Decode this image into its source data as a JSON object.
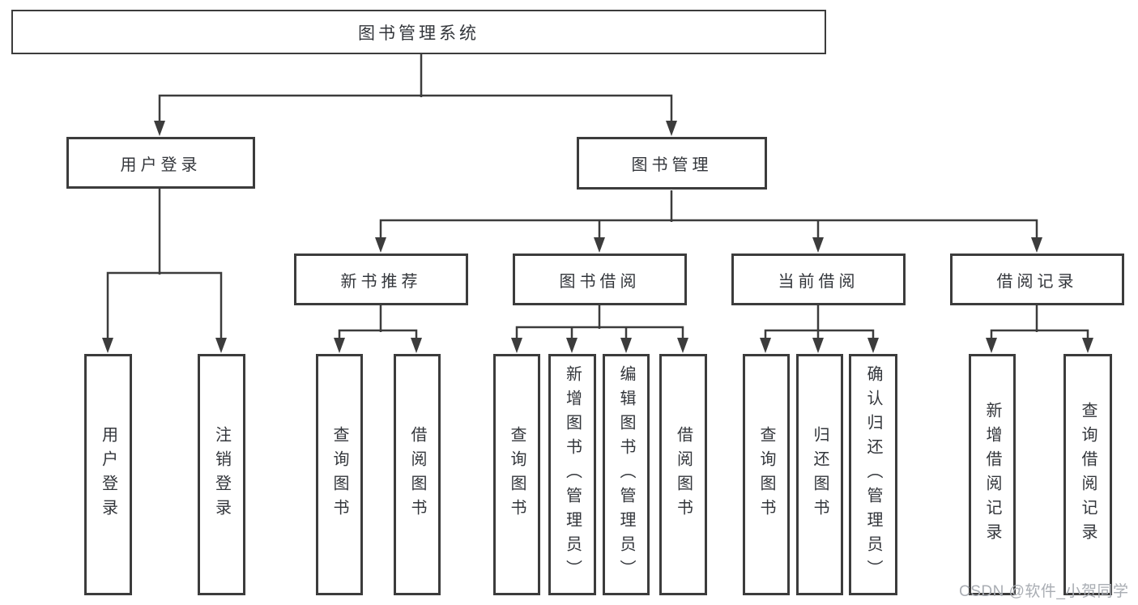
{
  "diagram_title": "图书管理系统",
  "nodes": {
    "root": "图书管理系统",
    "user_login": "用户登录",
    "book_mgmt": "图书管理",
    "new_books": "新书推荐",
    "borrowing": "图书借阅",
    "current": "当前借阅",
    "records": "借阅记录",
    "leaf_user_login": "用户登录",
    "leaf_logout": "注销登录",
    "leaf_nb_query": "查询图书",
    "leaf_nb_borrow": "借阅图书",
    "leaf_bb_query": "查询图书",
    "leaf_bb_add": "新增图书（管理员）",
    "leaf_bb_edit": "编辑图书（管理员）",
    "leaf_bb_borrow": "借阅图书",
    "leaf_cb_query": "查询图书",
    "leaf_cb_return": "归还图书",
    "leaf_cb_confirm": "确认归还（管理员）",
    "leaf_br_add": "新增借阅记录",
    "leaf_br_query": "查询借阅记录"
  },
  "colors": {
    "line": "#3c3c3c",
    "text": "#33363b",
    "watermark": "#a9adb3",
    "background": "#ffffff"
  },
  "watermark": "CSDN @软件_小贺同学"
}
